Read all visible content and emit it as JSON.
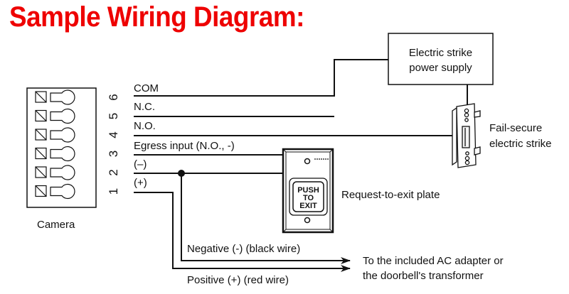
{
  "title": "Sample Wiring Diagram:",
  "colors": {
    "title": "#ee0000",
    "line": "#111111"
  },
  "camera": {
    "label": "Camera",
    "pins": [
      "1",
      "2",
      "3",
      "4",
      "5",
      "6"
    ]
  },
  "wires": [
    {
      "pin": "6",
      "label": "COM"
    },
    {
      "pin": "5",
      "label": "N.C."
    },
    {
      "pin": "4",
      "label": "N.O."
    },
    {
      "pin": "3",
      "label": "Egress input (N.O., -)"
    },
    {
      "pin": "2",
      "label": "(–)"
    },
    {
      "pin": "1",
      "label": "(+)"
    }
  ],
  "power_supply": {
    "line1": "Electric strike",
    "line2": "power supply"
  },
  "strike": {
    "line1": "Fail-secure",
    "line2": "electric strike"
  },
  "exit_plate": {
    "label": "Request-to-exit plate",
    "button_lines": [
      "PUSH",
      "TO",
      "EXIT"
    ]
  },
  "power_wires": {
    "negative": "Negative (-) (black wire)",
    "positive": "Positive (+) (red wire)",
    "destination_line1": "To the included AC adapter or",
    "destination_line2": "the doorbell's transformer"
  }
}
